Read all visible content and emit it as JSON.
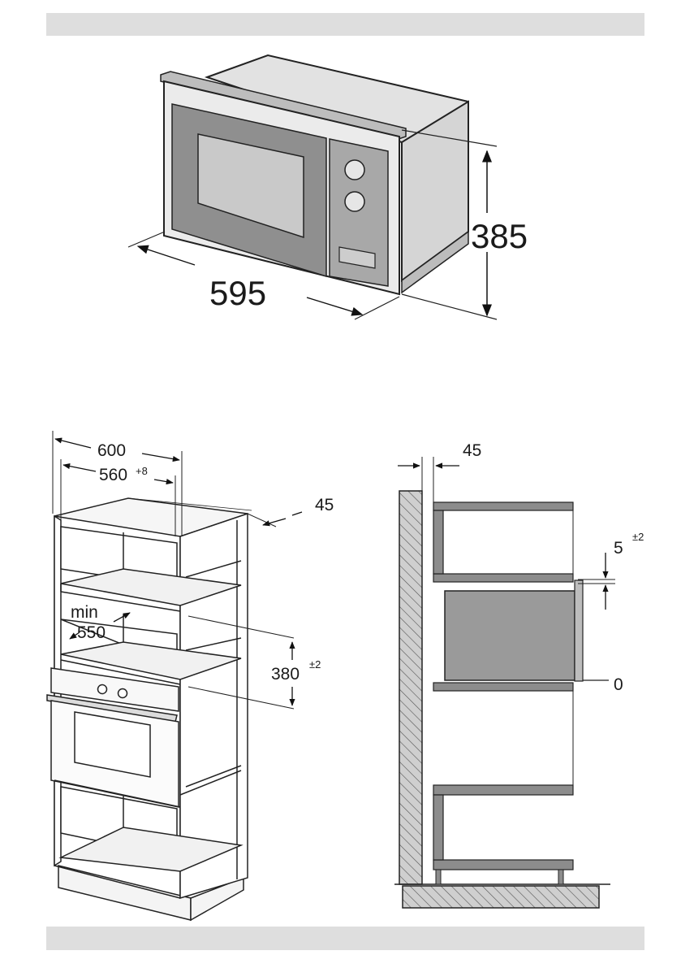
{
  "microwave": {
    "width_label": "595",
    "height_label": "385"
  },
  "cabinet": {
    "outer_width_label": "600",
    "niche_width_label": "560",
    "niche_width_tol": "+8",
    "depth_label": "45",
    "min_depth_label": "min",
    "min_depth_value": "550",
    "niche_height_label": "380",
    "niche_height_tol": "±2"
  },
  "side_view": {
    "gap_label": "45",
    "offset_label": "5",
    "offset_tol": "±2",
    "zero_label": "0"
  },
  "colors": {
    "header_bar": "#dedede",
    "panel_gray": "#9a9a9a",
    "shelf_gray": "#8c8c8c"
  }
}
